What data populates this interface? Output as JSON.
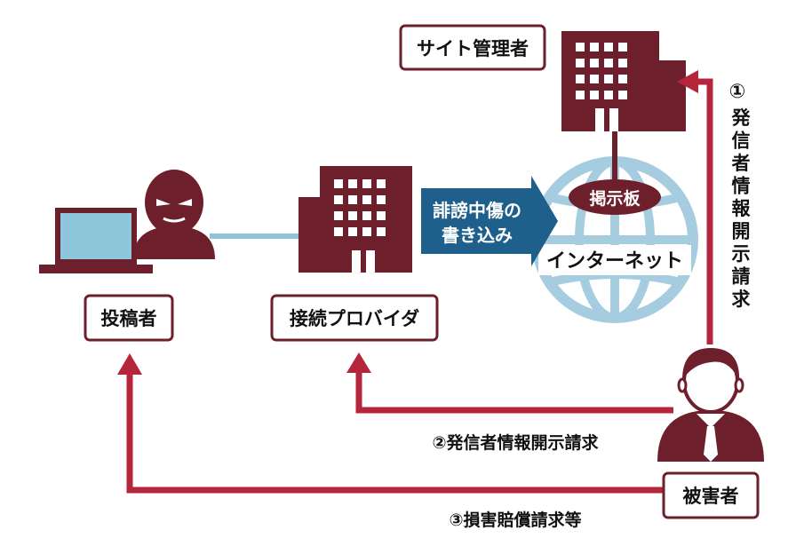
{
  "labels": {
    "site_admin": "サイト管理者",
    "poster": "投稿者",
    "provider": "接続プロバイダ",
    "victim": "被害者",
    "bulletin_board": "掲示板",
    "internet": "インターネット",
    "post_line1": "誹謗中傷の",
    "post_line2": "書き込み"
  },
  "steps": {
    "step1_number": "①",
    "step1_chars": [
      "発",
      "信",
      "者",
      "情",
      "報",
      "開",
      "示",
      "請",
      "求"
    ],
    "step2": "②発信者情報開示請求",
    "step3": "③損害賠償請求等"
  },
  "colors": {
    "maroon": "#6e1f2c",
    "arrow_red": "#b5263d",
    "banner_blue": "#1f5f8b",
    "globe_blue": "#a6cce0",
    "link_blue": "#8ec3d8",
    "screen_blue": "#8ec7dc"
  }
}
